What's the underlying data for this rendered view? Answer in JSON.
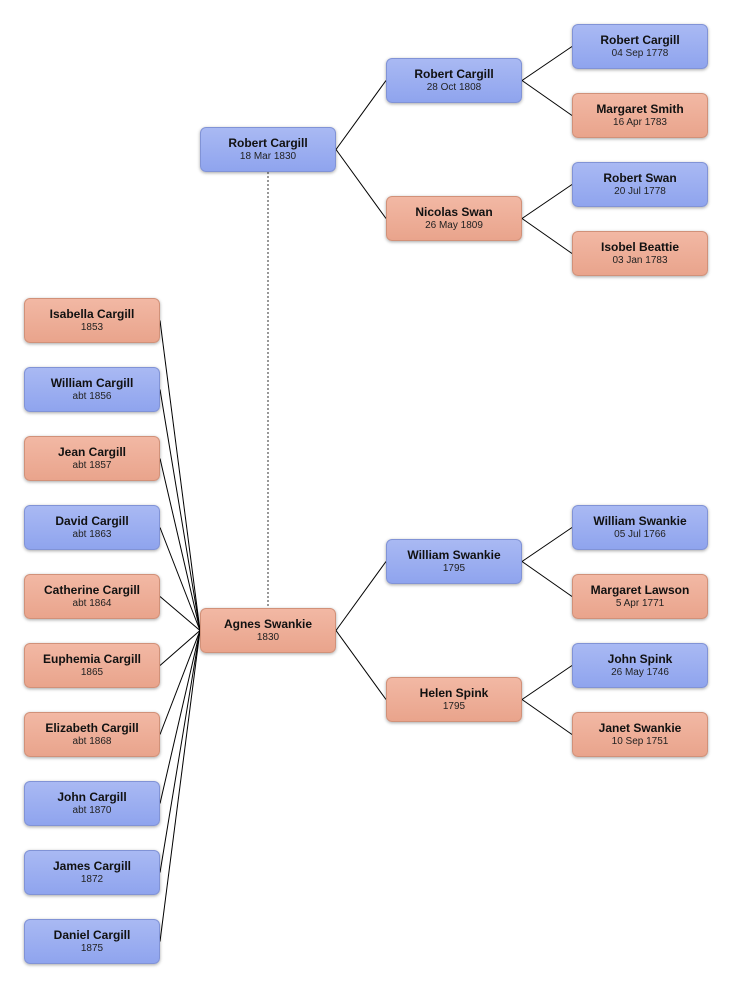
{
  "colors": {
    "male": "#98acf0",
    "female": "#eeae97",
    "line": "#000000"
  },
  "people": {
    "robert_cargill_1830": {
      "name": "Robert Cargill",
      "date": "18 Mar 1830",
      "sex": "male"
    },
    "agnes_swankie": {
      "name": "Agnes Swankie",
      "date": "1830",
      "sex": "female"
    },
    "robert_cargill_1808": {
      "name": "Robert Cargill",
      "date": "28 Oct 1808",
      "sex": "male"
    },
    "nicolas_swan": {
      "name": "Nicolas Swan",
      "date": "26 May 1809",
      "sex": "female"
    },
    "robert_cargill_1778": {
      "name": "Robert Cargill",
      "date": "04 Sep 1778",
      "sex": "male"
    },
    "margaret_smith": {
      "name": "Margaret Smith",
      "date": "16 Apr 1783",
      "sex": "female"
    },
    "robert_swan": {
      "name": "Robert Swan",
      "date": "20 Jul 1778",
      "sex": "male"
    },
    "isobel_beattie": {
      "name": "Isobel Beattie",
      "date": "03 Jan 1783",
      "sex": "female"
    },
    "william_swankie_1795": {
      "name": "William Swankie",
      "date": "1795",
      "sex": "male"
    },
    "helen_spink": {
      "name": "Helen Spink",
      "date": "1795",
      "sex": "female"
    },
    "william_swankie_1766": {
      "name": "William Swankie",
      "date": "05 Jul 1766",
      "sex": "male"
    },
    "margaret_lawson": {
      "name": "Margaret Lawson",
      "date": "5 Apr 1771",
      "sex": "female"
    },
    "john_spink": {
      "name": "John Spink",
      "date": "26 May 1746",
      "sex": "male"
    },
    "janet_swankie": {
      "name": "Janet Swankie",
      "date": "10 Sep 1751",
      "sex": "female"
    },
    "isabella_cargill": {
      "name": "Isabella Cargill",
      "date": "1853",
      "sex": "female"
    },
    "william_cargill": {
      "name": "William Cargill",
      "date": "abt 1856",
      "sex": "male"
    },
    "jean_cargill": {
      "name": "Jean Cargill",
      "date": "abt 1857",
      "sex": "female"
    },
    "david_cargill": {
      "name": "David Cargill",
      "date": "abt 1863",
      "sex": "male"
    },
    "catherine_cargill": {
      "name": "Catherine Cargill",
      "date": "abt 1864",
      "sex": "female"
    },
    "euphemia_cargill": {
      "name": "Euphemia Cargill",
      "date": "1865",
      "sex": "female"
    },
    "elizabeth_cargill": {
      "name": "Elizabeth Cargill",
      "date": "abt 1868",
      "sex": "female"
    },
    "john_cargill": {
      "name": "John Cargill",
      "date": "abt 1870",
      "sex": "male"
    },
    "james_cargill": {
      "name": "James Cargill",
      "date": "1872",
      "sex": "male"
    },
    "daniel_cargill": {
      "name": "Daniel Cargill",
      "date": "1875",
      "sex": "male"
    }
  },
  "parent_links": [
    [
      "robert_cargill_1830",
      "robert_cargill_1808"
    ],
    [
      "robert_cargill_1830",
      "nicolas_swan"
    ],
    [
      "robert_cargill_1808",
      "robert_cargill_1778"
    ],
    [
      "robert_cargill_1808",
      "margaret_smith"
    ],
    [
      "nicolas_swan",
      "robert_swan"
    ],
    [
      "nicolas_swan",
      "isobel_beattie"
    ],
    [
      "agnes_swankie",
      "william_swankie_1795"
    ],
    [
      "agnes_swankie",
      "helen_spink"
    ],
    [
      "william_swankie_1795",
      "william_swankie_1766"
    ],
    [
      "william_swankie_1795",
      "margaret_lawson"
    ],
    [
      "helen_spink",
      "john_spink"
    ],
    [
      "helen_spink",
      "janet_swankie"
    ]
  ],
  "spouse_link": [
    "robert_cargill_1830",
    "agnes_swankie"
  ],
  "children": [
    "isabella_cargill",
    "william_cargill",
    "jean_cargill",
    "david_cargill",
    "catherine_cargill",
    "euphemia_cargill",
    "elizabeth_cargill",
    "john_cargill",
    "james_cargill",
    "daniel_cargill"
  ],
  "children_parent": "agnes_swankie"
}
